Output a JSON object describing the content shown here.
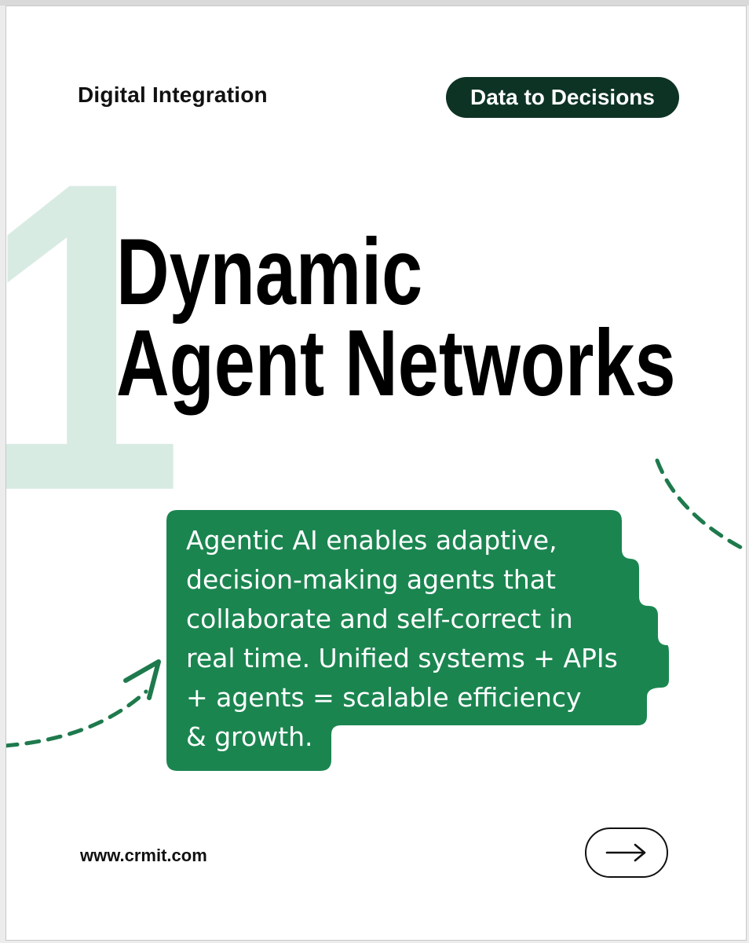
{
  "header": {
    "brand": "Digital Integration",
    "tag": "Data to Decisions"
  },
  "hero": {
    "number": "1",
    "title_lines": [
      "Dynamic",
      "Agent Networks"
    ]
  },
  "callout": {
    "lines": [
      "Agentic AI enables adaptive,",
      "decision-making agents that",
      "collaborate and self-correct in",
      "real time. Unified systems + APIs",
      "+ agents = scalable efficiency",
      "& growth."
    ]
  },
  "footer": {
    "website": "www.crmit.com",
    "next_icon": "arrow-right-icon"
  },
  "colors": {
    "pill_bg": "#0d3324",
    "callout_bg": "#1b8550",
    "dash_green": "#1e7a4d",
    "number_tint": "#d8ebe3"
  }
}
